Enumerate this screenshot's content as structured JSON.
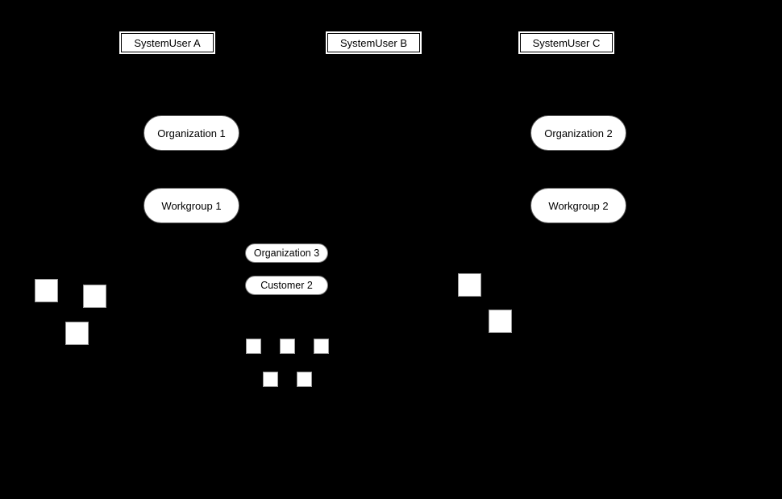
{
  "diagram": {
    "type": "sequence-diagram",
    "background_color": "#000000",
    "shape_fill_color": "#ffffff",
    "shape_text_color": "#000000",
    "square_border_color": "#999999",
    "lifelines": [
      {
        "label": "SystemUser A"
      },
      {
        "label": "SystemUser B"
      },
      {
        "label": "SystemUser C"
      }
    ],
    "nodes": [
      {
        "label": "Organization 1"
      },
      {
        "label": "Workgroup 1"
      },
      {
        "label": "Organization 2"
      },
      {
        "label": "Workgroup 2"
      },
      {
        "label": "Organization 3"
      },
      {
        "label": "Customer 2"
      }
    ],
    "activation_squares": {
      "left_cluster_count": 3,
      "middle_cluster_count": 5,
      "right_cluster_count": 2
    }
  }
}
